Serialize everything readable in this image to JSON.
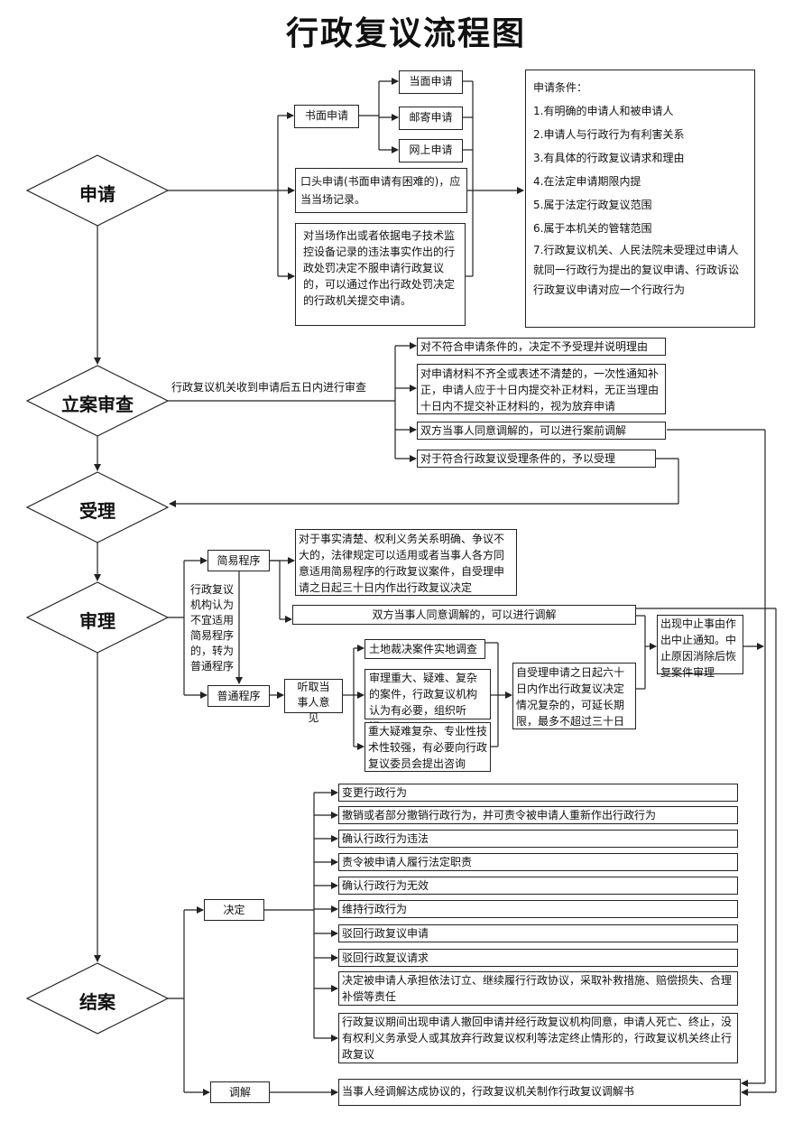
{
  "title": "行政复议流程图",
  "stages": {
    "apply": "申请",
    "filing": "立案审查",
    "accept": "受理",
    "hearing": "审理",
    "close": "结案"
  },
  "apply": {
    "written": "书面申请",
    "in_person": "当面申请",
    "mail": "邮寄申请",
    "online": "网上申请",
    "oral": "口头申请(书面申请有困难的)，应当当场记录。",
    "electronic": "对当场作出或者依据电子技术监控设备记录的违法事实作出的行政处罚决定不服申请行政复议的，可以通过作出行政处罚决定的行政机关提交申请。",
    "conditions_title": "申请条件：",
    "conditions": [
      "1.有明确的申请人和被申请人",
      "2.申请人与行政行为有利害关系",
      "3.有具体的行政复议请求和理由",
      "4.在法定申请期限内提",
      "5.属于法定行政复议范围",
      "6.属于本机关的管辖范围",
      "7.行政复议机关、人民法院未受理过申请人就同一行政行为提出的复议申请、行政诉讼行政复议申请对应一个行政行为"
    ]
  },
  "filing": {
    "review_note": "行政复议机关收到申请后五日内进行审查",
    "outcomes": [
      "对不符合申请条件的，决定不予受理并说明理由",
      "对申请材料不齐全或表述不清楚的，一次性通知补正，申请人应于十日内提交补正材料，无正当理由十日内不提交补正材料的，视为放弃申请",
      "双方当事人同意调解的，可以进行案前调解",
      "对于符合行政复议受理条件的，予以受理"
    ]
  },
  "hearing": {
    "simple": "简易程序",
    "simple_desc": "对于事实清楚、权利义务关系明确、争议不大的，法律规定可以适用或者当事人各方同意适用简易程序的行政复议案件，自受理申请之日起三十日内作出行政复议决定",
    "convert_note": "行政复议机构认为不宜适用简易程序的，转为普通程序",
    "mediate": "双方当事人同意调解的，可以进行调解",
    "ordinary": "普通程序",
    "listen": "听取当事人意见",
    "land_survey": "土地裁决案件实地调查",
    "major_cases": "审理重大、疑难、复杂的案件，行政复议机构认为有必要，组织听证。",
    "consult": "重大疑难复杂、专业性技术性较强，有必要向行政复议委员会提出咨询",
    "deadline": "自受理申请之日起六十日内作出行政复议决定情况复杂的，可延长期限，最多不超过三十日",
    "suspend": "出现中止事由作出中止通知。中止原因消除后恢复案件审理"
  },
  "close": {
    "decision": "决定",
    "decision_items": [
      "变更行政行为",
      "撤销或者部分撤销行政行为，并可责令被申请人重新作出行政行为",
      "确认行政行为违法",
      "责令被申请人履行法定职责",
      "确认行政行为无效",
      "维持行政行为",
      "驳回行政复议申请",
      "驳回行政复议请求",
      "决定被申请人承担依法订立、继续履行行政协议，采取补救措施、赔偿损失、合理补偿等责任",
      "行政复议期间出现申请人撤回申请并经行政复议机构同意，申请人死亡、终止，没有权利义务承受人或其放弃行政复议权利等法定终止情形的，行政复议机关终止行政复议"
    ],
    "mediation": "调解",
    "mediation_result": "当事人经调解达成协议的，行政复议机关制作行政复议调解书"
  }
}
